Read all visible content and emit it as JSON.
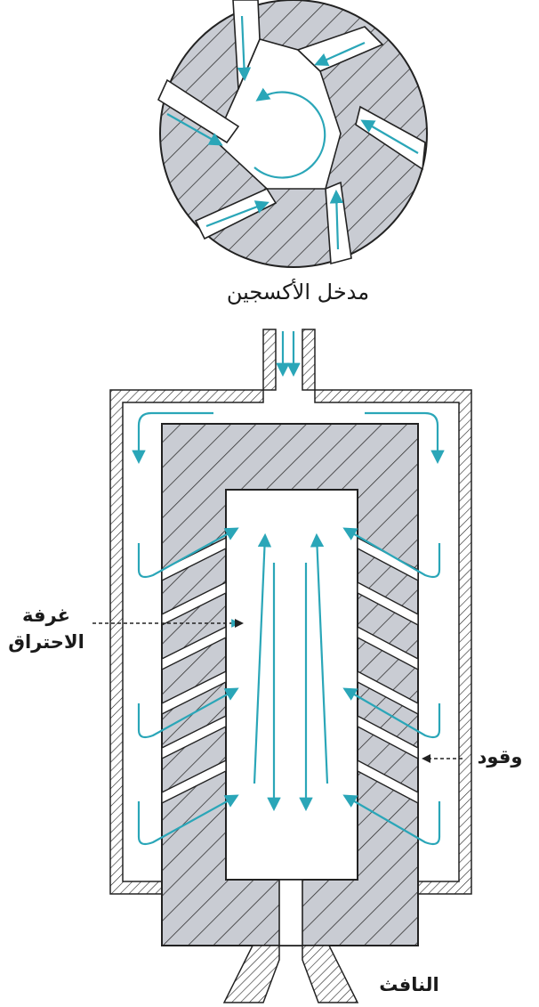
{
  "labels": {
    "oxygen_inlet": "مدخل الأكسجين",
    "combustion_chamber_line1": "غرفة",
    "combustion_chamber_line2": "الاحتراق",
    "fuel": "وقود",
    "exhaust": "النافث"
  },
  "colors": {
    "flow_arrow": "#2aa6b8",
    "solid_fill": "#c9ccd3",
    "stroke": "#222222",
    "background": "#ffffff"
  }
}
